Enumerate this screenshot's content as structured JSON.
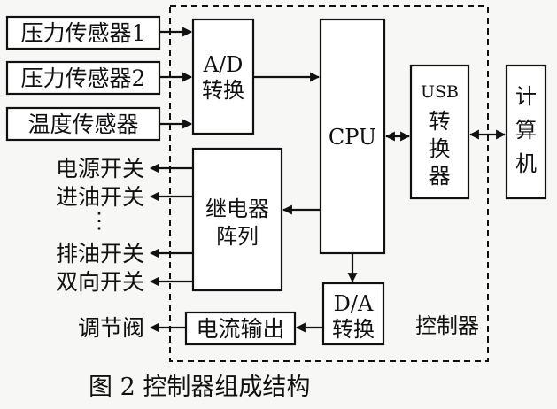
{
  "sensors": [
    "压力传感器1",
    "压力传感器2",
    "温度传感器"
  ],
  "ad": [
    "A/D",
    "转换"
  ],
  "cpu": "CPU",
  "usb": [
    "USB",
    "转",
    "换",
    "器"
  ],
  "computer": [
    "计",
    "算",
    "机"
  ],
  "relay": [
    "继电器",
    "阵列"
  ],
  "switches": [
    "电源开关",
    "进油开关",
    "⋮",
    "排油开关",
    "双向开关"
  ],
  "da": [
    "D/A",
    "转换"
  ],
  "current_out": "电流输出",
  "valve": "调节阀",
  "controller": "控制器",
  "caption": "图 2  控制器组成结构"
}
